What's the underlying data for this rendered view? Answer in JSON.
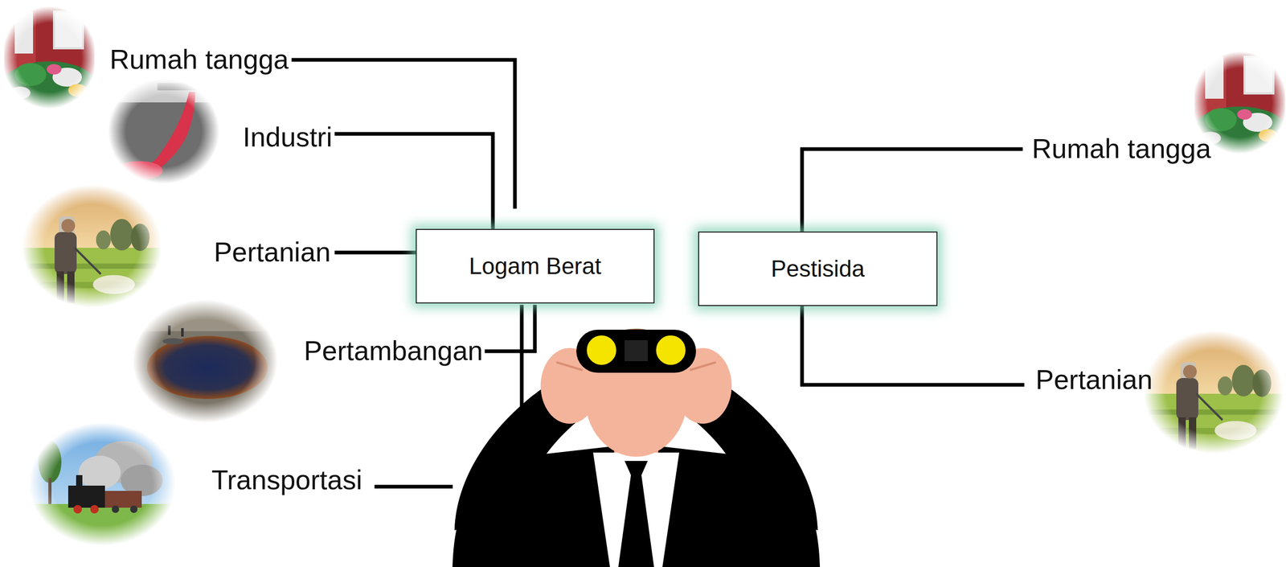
{
  "diagram": {
    "nodes": [
      {
        "text": [
          "Logam Berat"
        ]
      },
      {
        "text": [
          "Pestisida"
        ]
      }
    ],
    "labels": [
      "Rumah tangga",
      "Industri",
      "Pertanian",
      "Pertambangan",
      "Transportasi",
      "Rumah tangga",
      "Pertanian"
    ]
  }
}
